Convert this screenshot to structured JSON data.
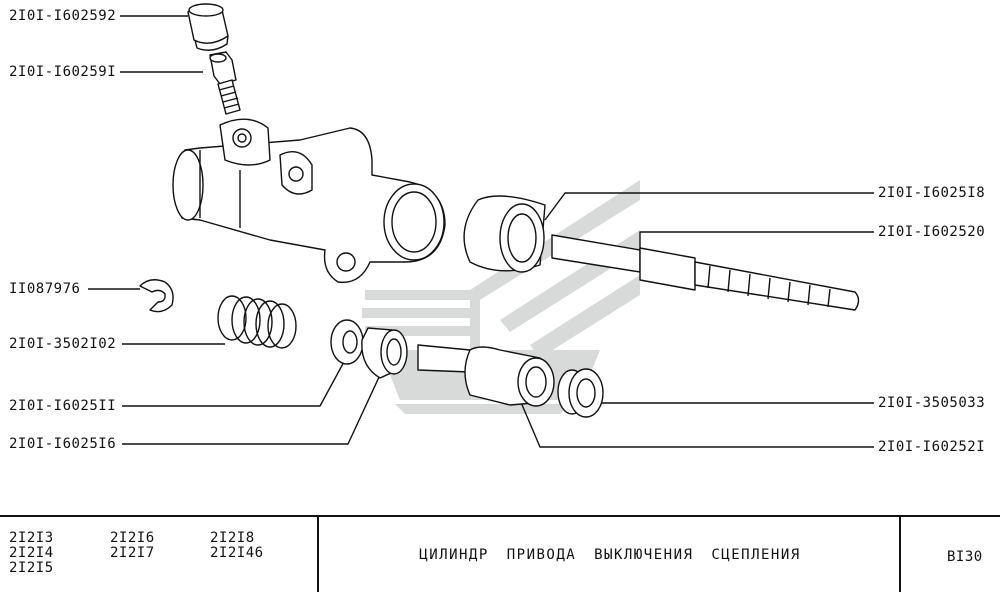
{
  "callouts": {
    "cap": "2I0I-I602592",
    "bleed_valve": "2I0I-I60259I",
    "lock_ring": "II087976",
    "spring": "2I0I-3502I02",
    "washer": "2I0I-I6025II",
    "seal": "2I0I-I6025I6",
    "boot": "2I0I-I6025I8",
    "pushrod": "2I0I-I602520",
    "piston_seal": "2I0I-3505033",
    "piston": "2I0I-I60252I"
  },
  "title_block": {
    "models_col1": [
      "2I2I3",
      "2I2I4",
      "2I2I5"
    ],
    "models_col2": [
      "2I2I6",
      "2I2I7"
    ],
    "models_col3": [
      "2I2I8",
      "2I2I46"
    ],
    "title": "ЦИЛИНДР ПРИВОДА ВЫКЛЮЧЕНИЯ СЦЕПЛЕНИЯ",
    "sheet": "BI30"
  },
  "colors": {
    "ink": "#111111",
    "watermark": "#d6d9d9"
  }
}
